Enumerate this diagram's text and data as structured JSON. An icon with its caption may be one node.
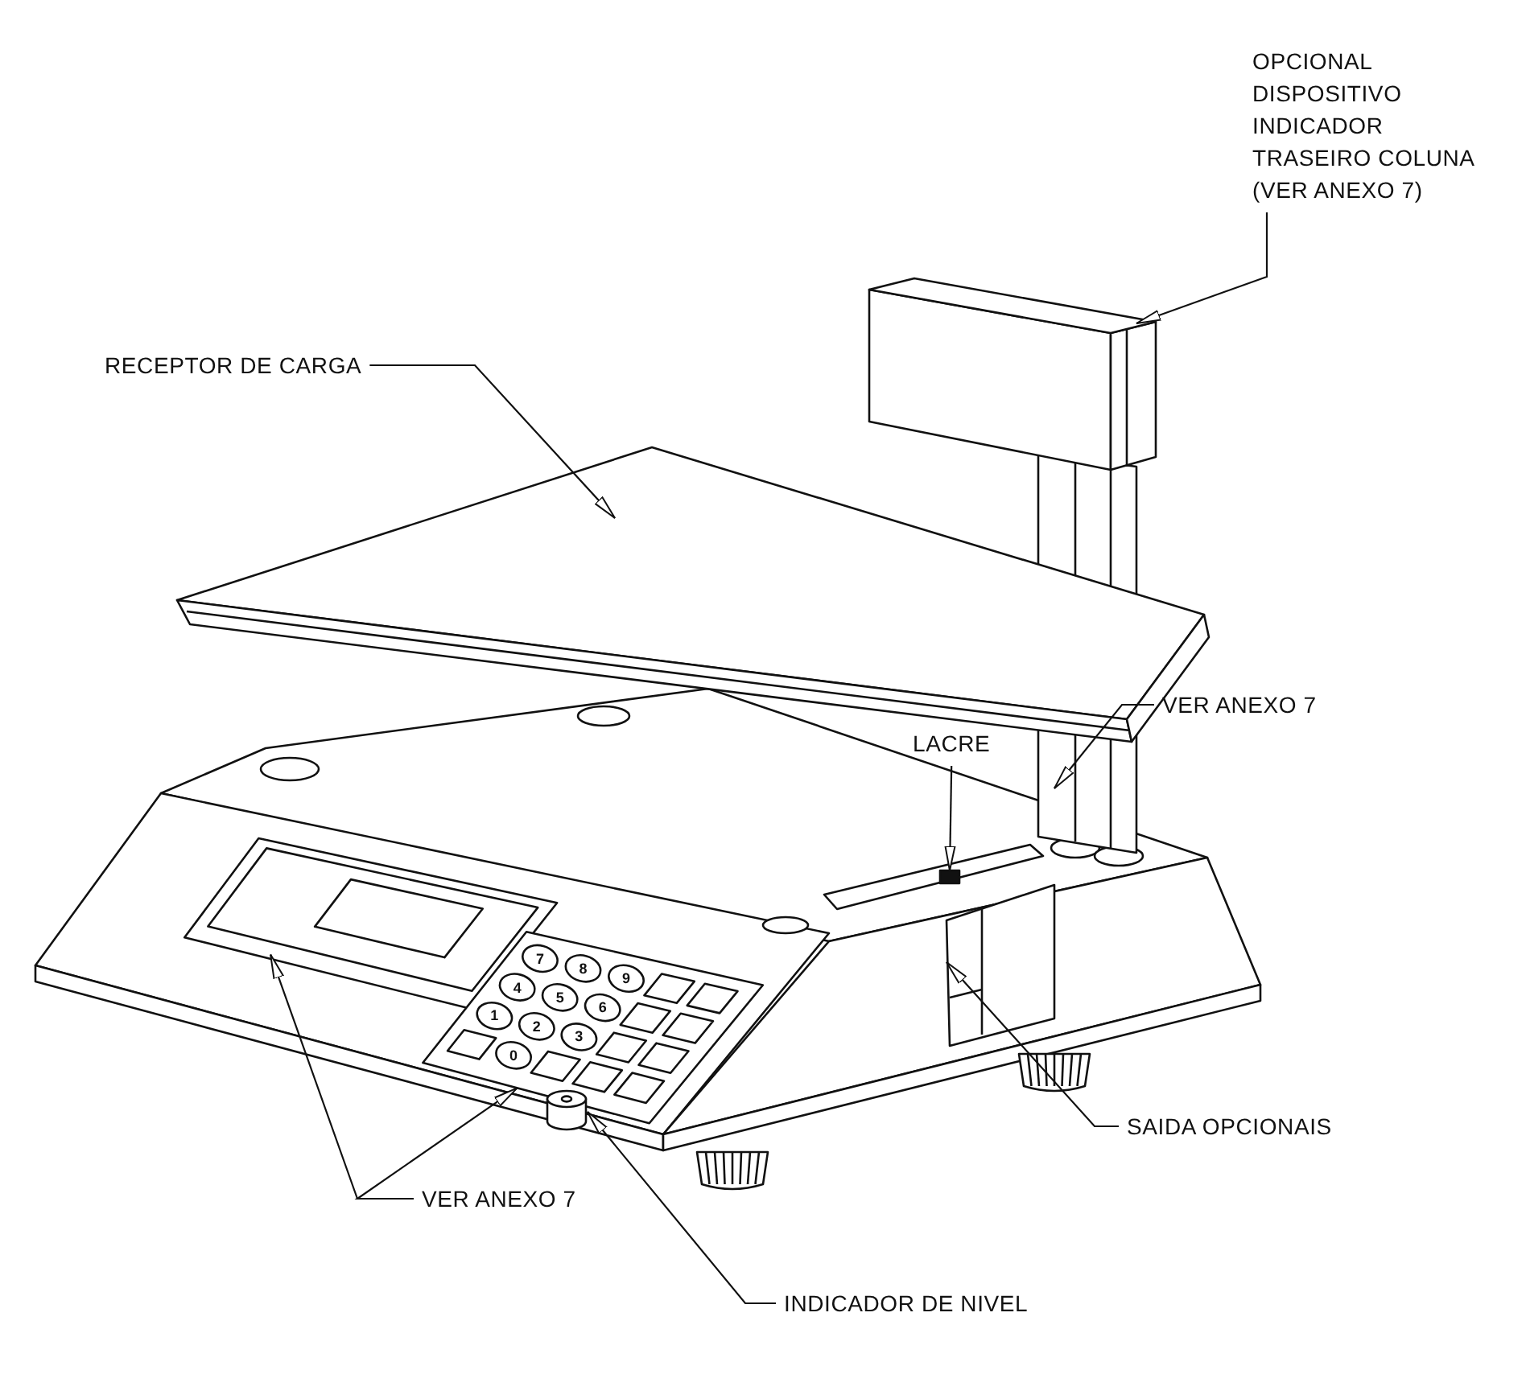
{
  "diagram": {
    "nodes": [
      {
        "text": [
          "OPCIONAL DISPOSITIVO INDICADOR TRASEIRO COLUNA (VER ANEXO 7)"
        ]
      },
      {
        "text": [],
        "shape": "picture"
      },
      {
        "text": [
          "RECEPTOR DE CARGA"
        ]
      },
      {
        "text": [],
        "shape": "picture"
      },
      {
        "text": [
          "VER ANEXO 7"
        ]
      },
      {
        "text": [],
        "shape": "picture"
      },
      {
        "text": [
          "LACRE"
        ]
      },
      {
        "text": [],
        "shape": "box"
      },
      {
        "text": [
          "SAIDA OPCIONAIS"
        ]
      },
      {
        "text": [],
        "shape": "picture"
      },
      {
        "text": [
          "VER ANEXO 7"
        ]
      },
      {
        "text": [],
        "shape": "picture"
      },
      {
        "text": [],
        "shape": "picture"
      },
      {
        "text": [
          "INDICADOR DE NIVEL"
        ]
      },
      {
        "text": [],
        "shape": "cylinder"
      }
    ],
    "edges": [
      {
        "from": 0,
        "to": 1,
        "arrow": "to"
      },
      {
        "from": 2,
        "to": 3,
        "arrow": "to"
      },
      {
        "from": 4,
        "to": 5,
        "arrow": "to"
      },
      {
        "from": 6,
        "to": 7,
        "arrow": "to"
      },
      {
        "from": 8,
        "to": 9,
        "arrow": "to"
      },
      {
        "from": 10,
        "to": 11,
        "arrow": "to"
      },
      {
        "from": 10,
        "to": 12,
        "arrow": "to"
      },
      {
        "from": 13,
        "to": 14,
        "arrow": "to"
      }
    ],
    "labels": [
      "7",
      "8",
      "9",
      "4",
      "5",
      "6",
      "1",
      "2",
      "3",
      "0"
    ]
  }
}
